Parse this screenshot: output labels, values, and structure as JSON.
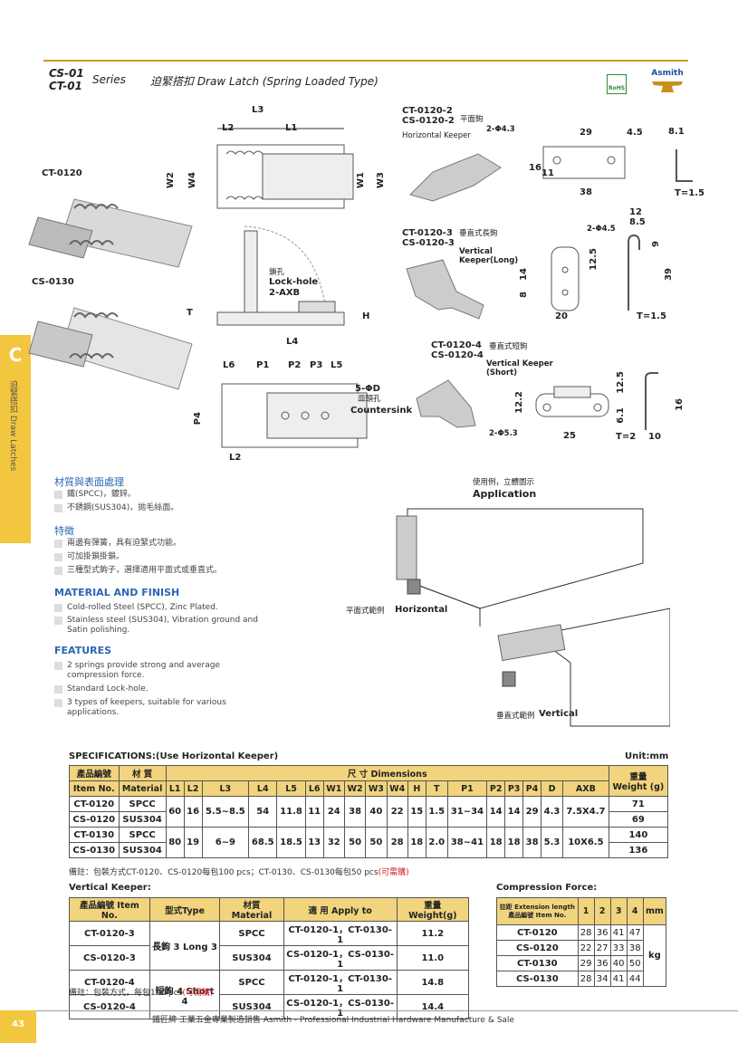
{
  "header": {
    "series_code_1": "CS-01",
    "series_code_2": "CT-01",
    "series_word": "Series",
    "title": "迫緊搭扣  Draw Latch (Spring Loaded Type)",
    "rohs": "RoHS",
    "brand": "Asmith"
  },
  "side_tab": {
    "letter": "C",
    "text": "迫緊搭扣 Draw Latches"
  },
  "drawings": {
    "ct0120_label": "CT-0120",
    "cs0130_label": "CS-0130",
    "dims_top": {
      "l3": "L3",
      "l2": "L2",
      "l1": "L1",
      "w2": "W2",
      "w4": "W4",
      "w1": "W1",
      "w3": "W3"
    },
    "lock": {
      "zh": "鎖孔",
      "en": "Lock-hole",
      "axb": "2-AXB",
      "t": "T",
      "h": "H",
      "l4": "L4"
    },
    "bottom": {
      "l6": "L6",
      "p1": "P1",
      "p2": "P2",
      "p3": "P3",
      "l5": "L5",
      "p4": "P4",
      "l2": "L2",
      "hole": "5-ΦD",
      "hole_zh": "皿頭孔",
      "countersink": "Countersink"
    },
    "keeper2": {
      "code1": "CT-0120-2",
      "code2": "CS-0120-2",
      "zh": "平面鉤",
      "en": "Horizontal Keeper",
      "hole": "2-Φ4.3",
      "d29": "29",
      "d45": "4.5",
      "d81": "8.1",
      "d16": "16",
      "d11": "11",
      "d38": "38",
      "t": "T=1.5"
    },
    "keeper3": {
      "code1": "CT-0120-3",
      "code2": "CS-0120-3",
      "zh": "垂直式長鉤",
      "en1": "Vertical",
      "en2": "Keeper(Long)",
      "hole": "2-Φ4.5",
      "d12": "12",
      "d85": "8.5",
      "d125": "12.5",
      "d9": "9",
      "d39": "39",
      "d8": "8",
      "d14": "14",
      "d20": "20",
      "t": "T=1.5"
    },
    "keeper4": {
      "code1": "CT-0120-4",
      "code2": "CS-0120-4",
      "zh": "垂直式短鉤",
      "en1": "Vertical Keeper",
      "en2": "(Short)",
      "hole": "2-Φ5.3",
      "d122": "12.2",
      "d25": "25",
      "d125": "12.5",
      "d61": "6.1",
      "d16": "16",
      "t": "T=2",
      "d10": "10"
    }
  },
  "material": {
    "zh_heading": "材質與表面處理",
    "zh_items": [
      "鐵(SPCC)，鍍鋅。",
      "不銹鋼(SUS304)，拋毛絲面。"
    ],
    "en_heading": "MATERIAL AND FINISH",
    "en_items": [
      "Cold-rolled Steel (SPCC), Zinc Plated.",
      "Stainless steel (SUS304), Vibration ground and Satin polishing."
    ]
  },
  "features": {
    "zh_heading": "特徵",
    "zh_items": [
      "兩邊有彈簧，具有迫緊式功能。",
      "可加掛鎖掛鎖。",
      "三種型式鉤子，選擇適用平面式或垂直式。"
    ],
    "en_heading": "FEATURES",
    "en_items": [
      "2 springs provide strong and average compression force.",
      "Standard Lock-hole.",
      "3 types of keepers, suitable for various applications."
    ]
  },
  "application": {
    "zh": "使用例，立體圖示",
    "en": "Application",
    "horizontal_zh": "平面式範例",
    "horizontal_en": "Horizontal",
    "vertical_zh": "垂直式範例",
    "vertical_en": "Vertical"
  },
  "spec_table": {
    "title": "SPECIFICATIONS:(Use Horizontal Keeper)",
    "unit": "Unit:mm",
    "h_item_zh": "產品編號",
    "h_item_en": "Item No.",
    "h_mat_zh": "材 質",
    "h_mat_en": "Material",
    "h_dims": "尺 寸 Dimensions",
    "h_weight_zh": "重量",
    "h_weight_en": "Weight (g)",
    "cols": [
      "L1",
      "L2",
      "L3",
      "L4",
      "L5",
      "L6",
      "W1",
      "W2",
      "W3",
      "W4",
      "H",
      "T",
      "P1",
      "P2",
      "P3",
      "P4",
      "D",
      "AXB"
    ],
    "groups": [
      {
        "items": [
          "CT-0120",
          "CS-0120"
        ],
        "materials": [
          "SPCC",
          "SUS304"
        ],
        "dims": [
          "60",
          "16",
          "5.5~8.5",
          "54",
          "11.8",
          "11",
          "24",
          "38",
          "40",
          "22",
          "15",
          "1.5",
          "31~34",
          "14",
          "14",
          "29",
          "4.3",
          "7.5X4.7"
        ],
        "weights": [
          "71",
          "69"
        ]
      },
      {
        "items": [
          "CT-0130",
          "CS-0130"
        ],
        "materials": [
          "SPCC",
          "SUS304"
        ],
        "dims": [
          "80",
          "19",
          "6~9",
          "68.5",
          "18.5",
          "13",
          "32",
          "50",
          "50",
          "28",
          "18",
          "2.0",
          "38~41",
          "18",
          "18",
          "38",
          "5.3",
          "10X6.5"
        ],
        "weights": [
          "140",
          "136"
        ]
      }
    ],
    "note_pre": "備註：包裝方式CT-0120、CS-0120每包100 pcs；CT-0130、CS-0130每包50 pcs",
    "note_red": "(可需購)"
  },
  "keeper_table": {
    "title": "Vertical Keeper:",
    "headers": [
      "產品編號 Item No.",
      "型式Type",
      "材質 Material",
      "適  用  Apply to",
      "重量 Weight(g)"
    ],
    "rows": [
      {
        "item": "CT-0120-3",
        "material": "SPCC",
        "apply": "CT-0120-1，CT-0130-1",
        "weight": "11.2"
      },
      {
        "item": "CS-0120-3",
        "material": "SUS304",
        "apply": "CS-0120-1，CS-0130-1",
        "weight": "11.0"
      },
      {
        "item": "CT-0120-4",
        "material": "SPCC",
        "apply": "CT-0120-1，CT-0130-1",
        "weight": "14.8"
      },
      {
        "item": "CS-0120-4",
        "material": "SUS304",
        "apply": "CS-0120-1，CS-0130-1",
        "weight": "14.4"
      }
    ],
    "type_long": "長鉤 3 Long 3",
    "type_short": "短鉤 4 Short 4",
    "note_pre": "備註：包裝方式，每包100 pcs",
    "note_red": "(可需購)"
  },
  "force_table": {
    "title": "Compression Force:",
    "h_ext": "拉距 Extension length",
    "h_item": "產品編號 Item No.",
    "cols": [
      "1",
      "2",
      "3",
      "4"
    ],
    "unit_mm": "mm",
    "unit_kg": "kg",
    "rows": [
      {
        "item": "CT-0120",
        "vals": [
          "28",
          "36",
          "41",
          "47"
        ]
      },
      {
        "item": "CS-0120",
        "vals": [
          "22",
          "27",
          "33",
          "38"
        ]
      },
      {
        "item": "CT-0130",
        "vals": [
          "29",
          "36",
          "40",
          "50"
        ]
      },
      {
        "item": "CS-0130",
        "vals": [
          "28",
          "34",
          "41",
          "44"
        ]
      }
    ]
  },
  "footer": {
    "page": "43",
    "text": "鐵匠牌 工業五金專業製造銷售 Asmith - Professional Industrial Hardware Manufacture & Sale"
  }
}
